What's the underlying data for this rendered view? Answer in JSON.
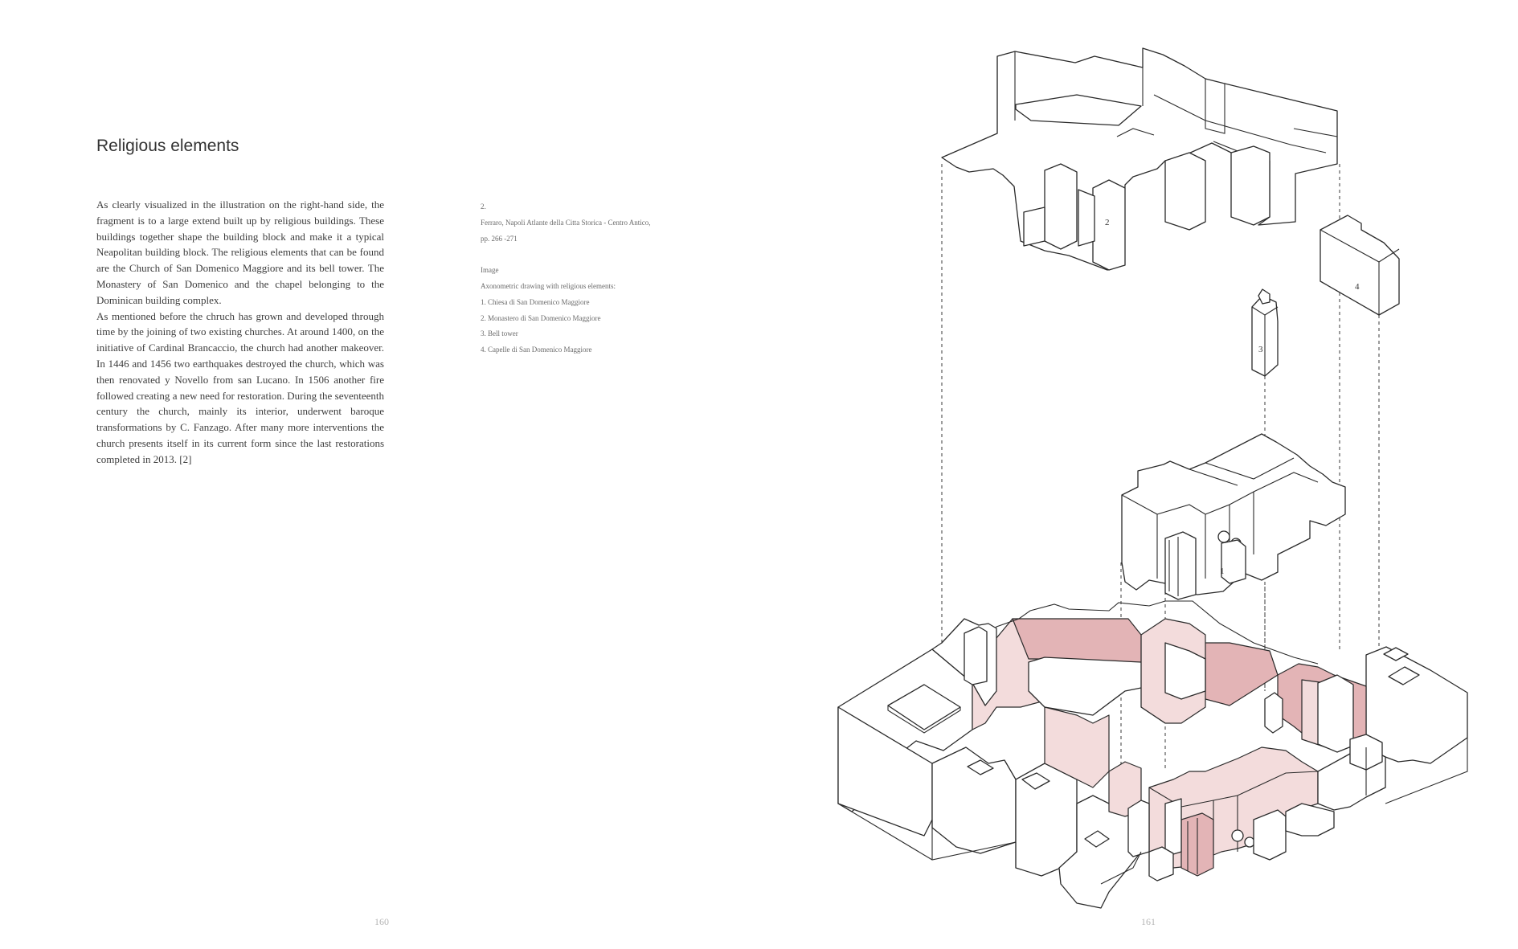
{
  "left_page": {
    "title": "Religious elements",
    "paragraph_1": "As clearly visualized in the illustration on the right-hand side, the fragment is to a large extend built up by religious buildings. These buildings together shape the building block and make it a typical Neapolitan building block. The religious elements that can be found are the Church of San Domenico Maggiore and its bell tower. The Monastery of San Domenico and the chapel belonging to the Dominican building complex.",
    "paragraph_2": "As mentioned before the chruch has grown and developed through time by the joining of two existing churches. At around 1400, on the initiative of Cardinal Brancaccio, the church had another makeover. In 1446 and 1456 two earthquakes destroyed the church, which was then renovated y Novello from san Lucano. In 1506 another fire followed creating a new need for restoration. During the seventeenth century the church, mainly its interior, underwent baroque transformations by C. Fanzago. After many more interventions the church presents itself in its current form since the last restorations completed in 2013. [2]",
    "notes": {
      "ref_number": "2.",
      "ref_line_1": "Ferraro, Napoli Atlante della Citta Storica - Centro Antico,",
      "ref_line_2": "pp. 266 -271",
      "image_heading": "Image",
      "image_caption": "Axonometric drawing with religious elements:",
      "items": [
        "1. Chiesa di San Domenico Maggiore",
        "2. Monastero di San Domenico Maggiore",
        "3. Bell tower",
        "4. Capelle di San Domenico Maggiore"
      ]
    },
    "page_number": "160"
  },
  "right_page": {
    "drawing_labels": {
      "label_1": "1",
      "label_2": "2",
      "label_3": "3",
      "label_4": "4"
    },
    "page_number": "161"
  },
  "colors": {
    "highlight_pink": "#e3b4b6",
    "light_pink": "#f3dcdc",
    "line": "#2a2a2a"
  }
}
